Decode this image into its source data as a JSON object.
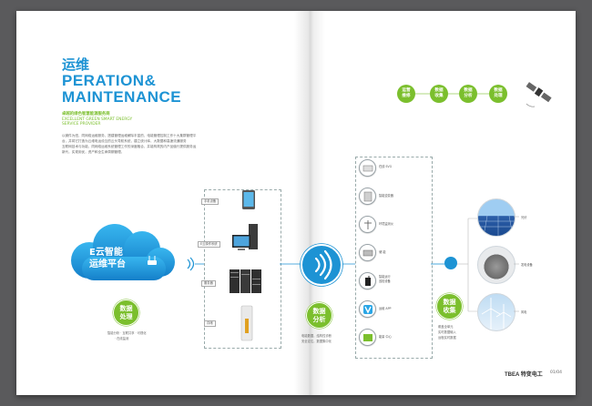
{
  "left_page": {
    "title_cn": "运维",
    "title_en_1": "PERATION&",
    "title_en_2": "MAINTENANCE",
    "subtitle_cn": "卓越的绿色智慧能源服务商",
    "subtitle_en_1": "EXCELLENT GREEN SMART ENERGY",
    "subtitle_en_2": "SERVICE PROVIDER",
    "body_lines": [
      "以微件为纽，同网络运维服务，搭建管理运维解除丰富的，电能管理控制工作十大集群管理平",
      "台，并将它打造为云维电运设互的云头导航系统，建立统计库，大数据和高速流通服务",
      "互联网技术与功能，同网络运维系统管理工作的深度融合，并能构筑的内产品值行提供服务运",
      "新代，实现用优，资产和全生命周期管理。"
    ],
    "cloud_line1": "E云智能",
    "cloud_line2": "运维平台",
    "devices": [
      "手机设备",
      "E云操作系统",
      "服务器",
      "存储"
    ],
    "green_label": "数据\n处理",
    "green_caption_1": "智能分析 · 互联共享 · 可视化",
    "green_caption_2": "· 在线监测"
  },
  "right_page": {
    "steps": [
      "运营\n维修",
      "数据\n收集",
      "数据\n分析",
      "数据\n处理"
    ],
    "center_label": "数据\n分析",
    "center_caption_1": "电能数据，结构性诊断",
    "center_caption_2": "安全定位，数据集中化",
    "collect_label": "数据\n收集",
    "collect_caption_1": "覆盖全单元",
    "collect_caption_2": "实时数据输入",
    "collect_caption_3": "远程实时数据",
    "devices": [
      "在线 SVG",
      "智能逆变器",
      "环境监测仪",
      "储 能",
      "智能运行\n巡检设备",
      "运维 APP",
      "能量 中心"
    ],
    "sources": [
      "光伏",
      "发电设备",
      "风电"
    ],
    "footer_brand": "TBEA 特变电工",
    "footer_page": "01/04"
  },
  "colors": {
    "blue": "#1d93d4",
    "green": "#7bbf2d"
  }
}
